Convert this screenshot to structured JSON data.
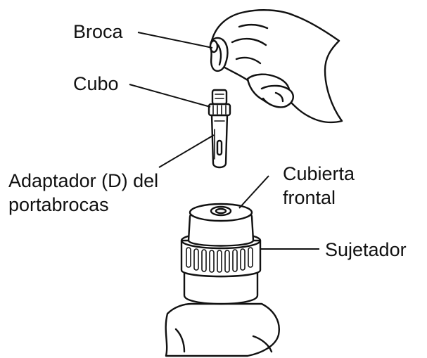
{
  "labels": {
    "broca": "Broca",
    "cubo": "Cubo",
    "adaptador_line1": "Adaptador (D) del",
    "adaptador_line2": "portabrocas",
    "cubierta_line1": "Cubierta",
    "cubierta_line2": "frontal",
    "sujetador": "Sujetador"
  }
}
